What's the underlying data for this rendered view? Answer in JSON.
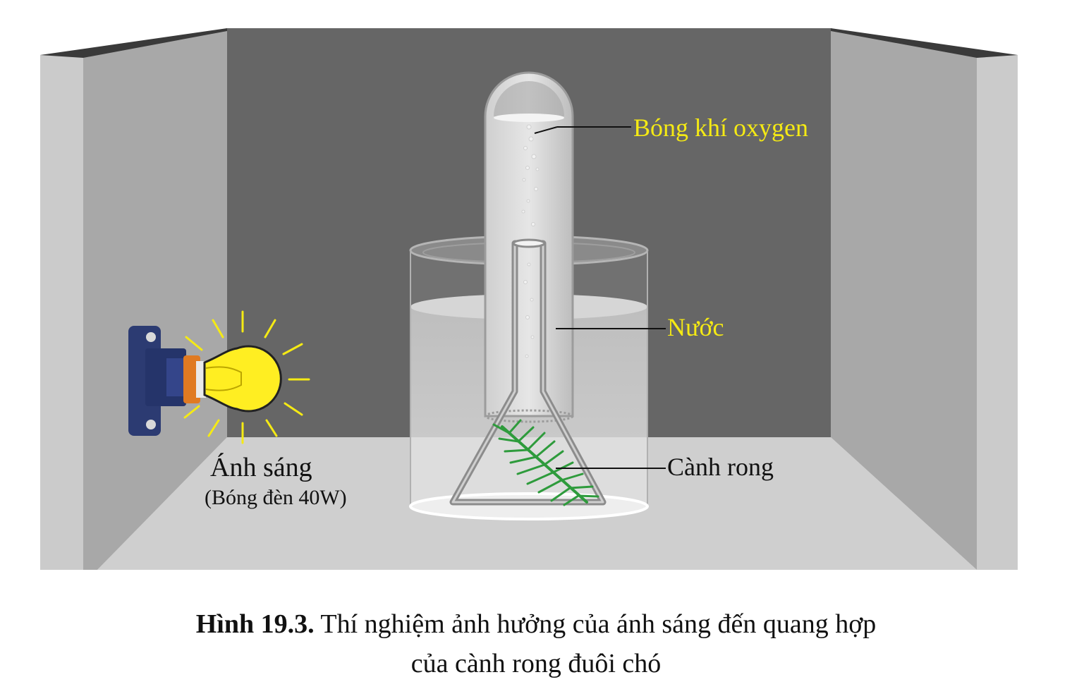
{
  "labels": {
    "oxygen": "Bóng khí oxygen",
    "water": "Nước",
    "plant": "Cành rong",
    "light_title": "Ánh sáng",
    "light_sub": "(Bóng đèn 40W)"
  },
  "caption": {
    "number": "Hình 19.3.",
    "line1": " Thí nghiệm ảnh hưởng của ánh sáng đến quang hợp",
    "line2": "của cành rong đuôi chó"
  },
  "colors": {
    "label_yellow": "#f5ea14",
    "back_wall": "#666666",
    "side_wall": "#a8a8a8",
    "floor": "#cfcfcf",
    "bulb": "#ffee22",
    "plant_green": "#2e9b3c"
  }
}
